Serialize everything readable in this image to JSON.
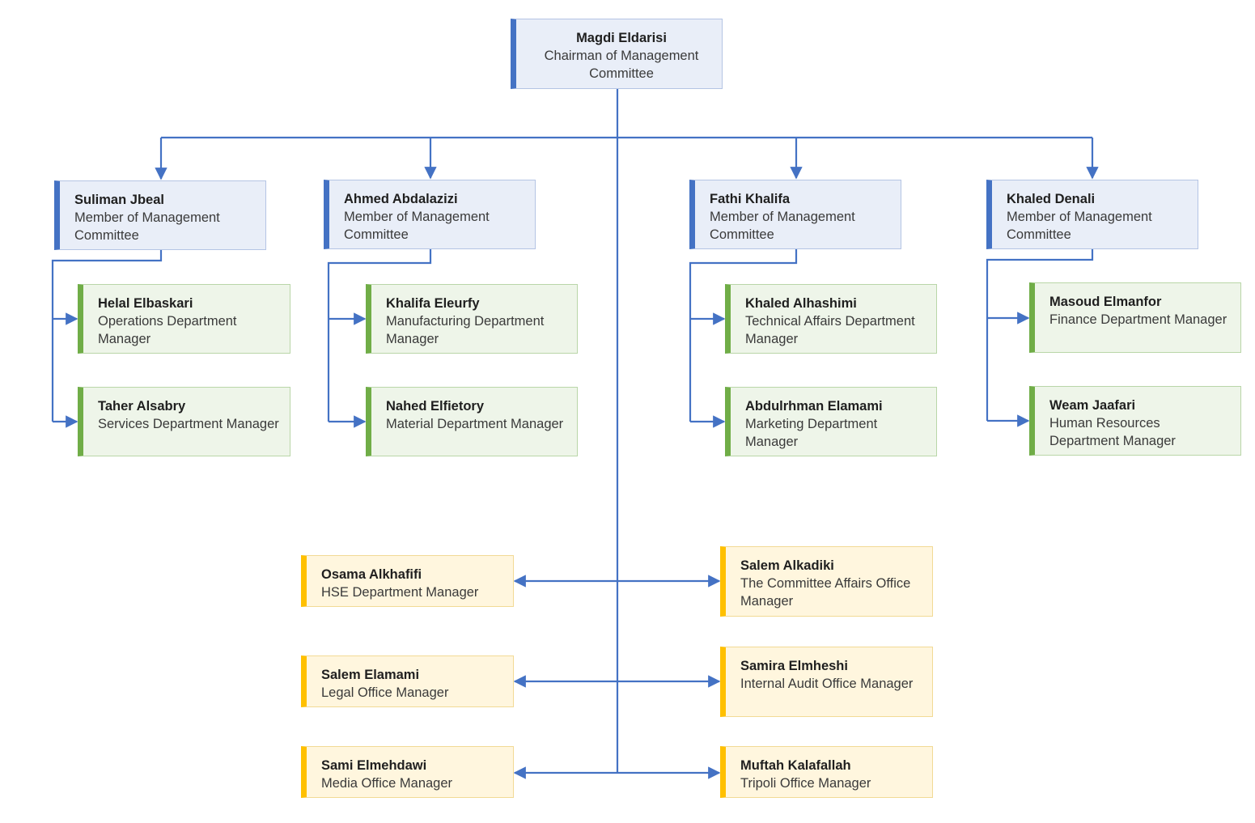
{
  "colors": {
    "connector": "#4472c4",
    "executive": "#4472c4",
    "department": "#70ad47",
    "office": "#ffc000"
  },
  "chairman": {
    "name": "Magdi Eldarisi",
    "title": "Chairman of Management Committee"
  },
  "members": [
    {
      "name": "Suliman Jbeal",
      "title": "Member of Management Committee",
      "reports": [
        {
          "name": "Helal Elbaskari",
          "title": "Operations Department Manager"
        },
        {
          "name": "Taher Alsabry",
          "title": "Services Department Manager"
        }
      ]
    },
    {
      "name": "Ahmed Abdalazizi",
      "title": "Member of Management Committee",
      "reports": [
        {
          "name": "Khalifa Eleurfy",
          "title": "Manufacturing Department Manager"
        },
        {
          "name": "Nahed Elfietory",
          "title": "Material Department Manager"
        }
      ]
    },
    {
      "name": "Fathi Khalifa",
      "title": "Member of Management Committee",
      "reports": [
        {
          "name": "Khaled Alhashimi",
          "title": "Technical Affairs Department Manager"
        },
        {
          "name": "Abdulrhman Elamami",
          "title": "Marketing Department Manager"
        }
      ]
    },
    {
      "name": "Khaled Denali",
      "title": "Member of Management Committee",
      "reports": [
        {
          "name": "Masoud Elmanfor",
          "title": "Finance Department Manager"
        },
        {
          "name": "Weam Jaafari",
          "title": "Human Resources Department Manager"
        }
      ]
    }
  ],
  "offices_left": [
    {
      "name": "Osama Alkhafifi",
      "title": "HSE Department Manager"
    },
    {
      "name": "Salem Elamami",
      "title": "Legal Office Manager"
    },
    {
      "name": "Sami Elmehdawi",
      "title": "Media Office Manager"
    }
  ],
  "offices_right": [
    {
      "name": "Salem Alkadiki",
      "title": "The Committee Affairs Office Manager"
    },
    {
      "name": "Samira Elmheshi",
      "title": "Internal Audit Office Manager"
    },
    {
      "name": "Muftah Kalafallah",
      "title": "Tripoli Office Manager"
    }
  ]
}
